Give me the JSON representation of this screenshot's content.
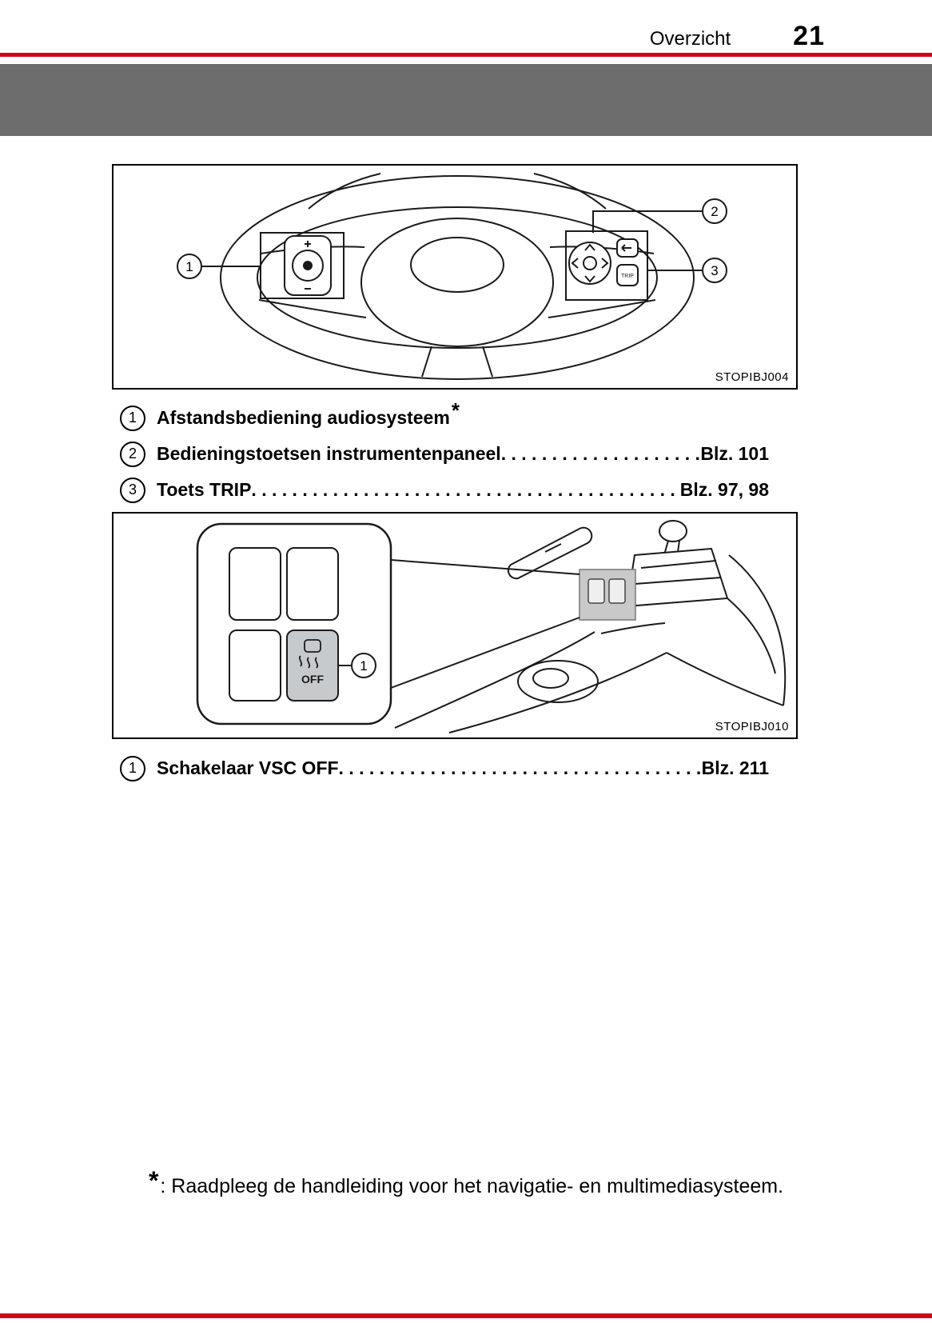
{
  "colors": {
    "rule_red": "#d0001e",
    "banner_gray": "#6d6d6d",
    "button_gray": "#c6cacc"
  },
  "header": {
    "section_title": "Overzicht",
    "page_number": "21"
  },
  "figure1": {
    "code": "STOPIBJ004",
    "callouts": [
      "1",
      "2",
      "3"
    ],
    "trip_button_label": "TRIP"
  },
  "legend1": [
    {
      "num": "1",
      "label": "Afstandsbediening audiosysteem",
      "asterisk": "*",
      "leader": "",
      "page": ""
    },
    {
      "num": "2",
      "label": "Bedieningstoetsen instrumentenpaneel",
      "leader": " . . . . . . . . . . . . . . . . . . . . . . . . . . . . . . . . . . . . . .",
      "page": "Blz. 101"
    },
    {
      "num": "3",
      "label": "Toets TRIP ",
      "leader": " . . . . . . . . . . . . . . . . . . . . . . . . . . . . . . . . . . . . . . . . . . . .",
      "page": "Blz. 97, 98"
    }
  ],
  "figure2": {
    "code": "STOPIBJ010",
    "callout": "1",
    "vsc_off_label": "OFF"
  },
  "legend2": [
    {
      "num": "1",
      "label": "Schakelaar VSC OFF",
      "leader": " . . . . . . . . . . . . . . . . . . . . . . . . . . . . . . . . . . . . . . . . . . . .",
      "page": "Blz. 211"
    }
  ],
  "footnote": {
    "symbol": "*",
    "text": ": Raadpleeg de handleiding voor het navigatie- en multimediasysteem."
  }
}
